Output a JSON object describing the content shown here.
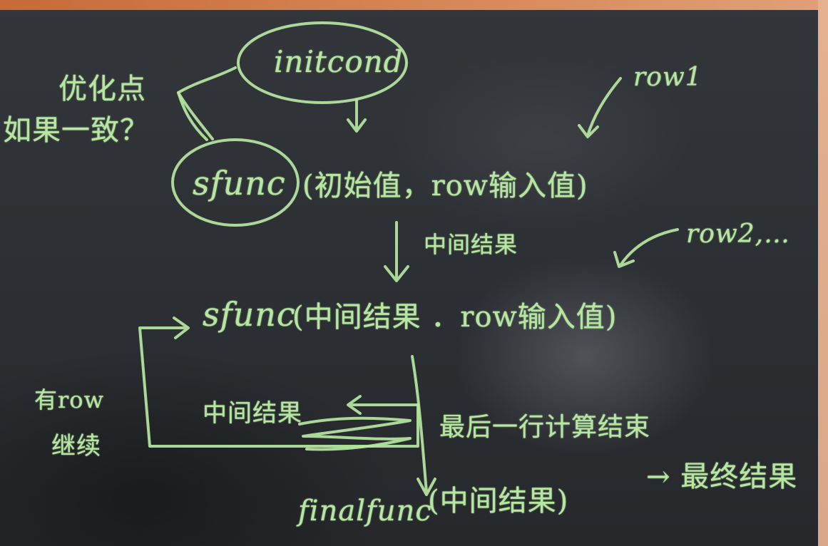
{
  "board": {
    "top_left_note": {
      "line1": "优化点",
      "line2": "如果一致？"
    },
    "initcond_label": "initcond",
    "row1_label": "row1",
    "first_call": {
      "func": "sfunc",
      "args": "(初始值，row输入值)"
    },
    "intermediate_arrow_label": "中间结果",
    "row2_label": "row2,…",
    "second_call": {
      "func": "sfunc",
      "args": "(中间结果 ．row输入值)"
    },
    "loop_note": {
      "line1": "有row",
      "line2": "继续"
    },
    "loop_label": "中间结果",
    "last_row_note": "最后一行计算结束",
    "final_call": {
      "func": "finalfunc",
      "args": "(中间结果)"
    },
    "final_result": "→ 最终结果"
  }
}
